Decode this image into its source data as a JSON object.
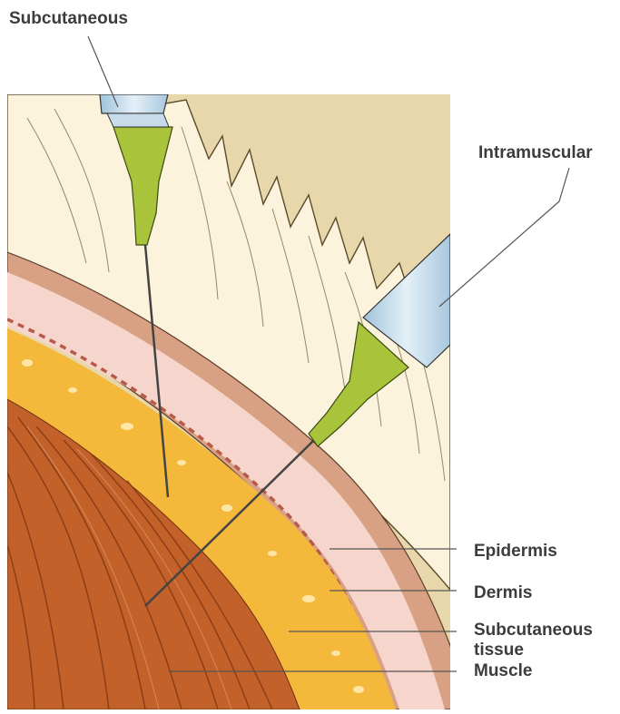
{
  "labels": {
    "subcutaneous": "Subcutaneous",
    "intramuscular": "Intramuscular",
    "epidermis": "Epidermis",
    "dermis": "Dermis",
    "subcutaneous_tissue_1": "Subcutaneous",
    "subcutaneous_tissue_2": "tissue",
    "muscle": "Muscle"
  },
  "colors": {
    "hair_bg": "#e9d7ac",
    "hair_fill": "#fbf3dc",
    "epidermis": "#c98b6e",
    "dermis": "#f6d6cc",
    "dermal_papillae": "#b85a4a",
    "subcutaneous": "#f4b93a",
    "muscle": "#c2612a",
    "muscle_dark": "#8e3e17",
    "needle_hub": "#a9c43a",
    "syringe": "#cfe2ee",
    "leader_line": "#555555"
  }
}
